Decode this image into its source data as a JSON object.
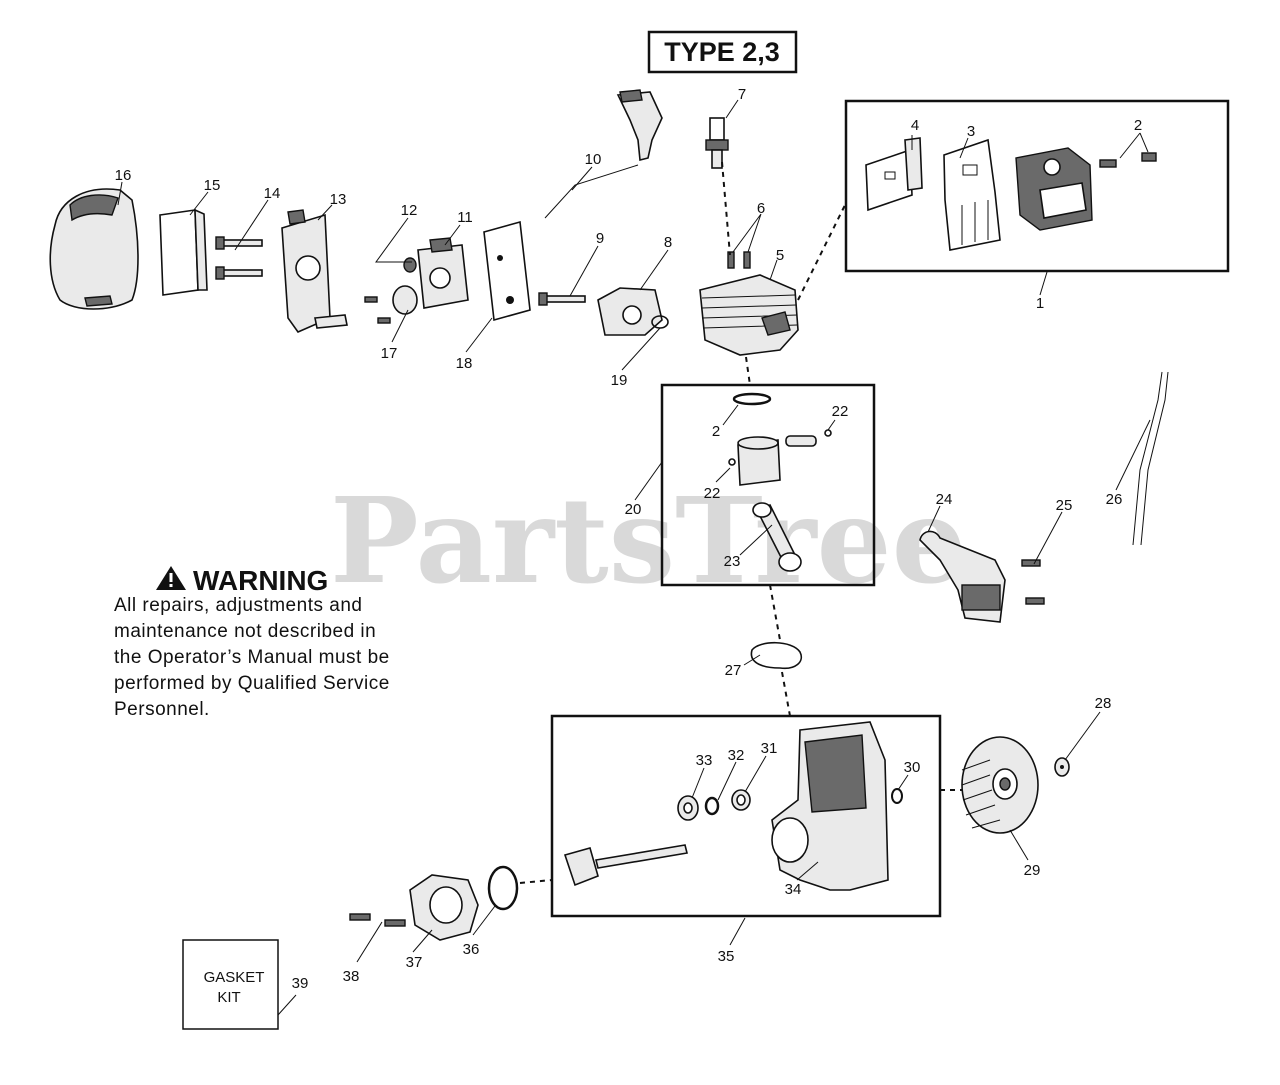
{
  "watermark": "PartsTree",
  "type_label": "TYPE 2,3",
  "warning": {
    "title": "WARNING",
    "lines": [
      "All repairs, adjustments and",
      "maintenance not described in",
      "the Operator’s Manual must be",
      "performed by Qualified Service",
      "Personnel."
    ]
  },
  "gasket_kit": {
    "line1": "GASKET",
    "line2": "KIT"
  },
  "callouts": {
    "c1": "1",
    "c2a": "2",
    "c2b": "2",
    "c3": "3",
    "c4": "4",
    "c5": "5",
    "c6": "6",
    "c7": "7",
    "c8": "8",
    "c9": "9",
    "c10": "10",
    "c11": "11",
    "c12": "12",
    "c13": "13",
    "c14": "14",
    "c15": "15",
    "c16": "16",
    "c17": "17",
    "c18": "18",
    "c19": "19",
    "c20": "20",
    "c22a": "22",
    "c22b": "22",
    "c23": "23",
    "c24": "24",
    "c25": "25",
    "c26": "26",
    "c27": "27",
    "c28": "28",
    "c29": "29",
    "c30": "30",
    "c31": "31",
    "c32": "32",
    "c33": "33",
    "c34": "34",
    "c35": "35",
    "c36": "36",
    "c37": "37",
    "c38": "38",
    "c39": "39"
  }
}
